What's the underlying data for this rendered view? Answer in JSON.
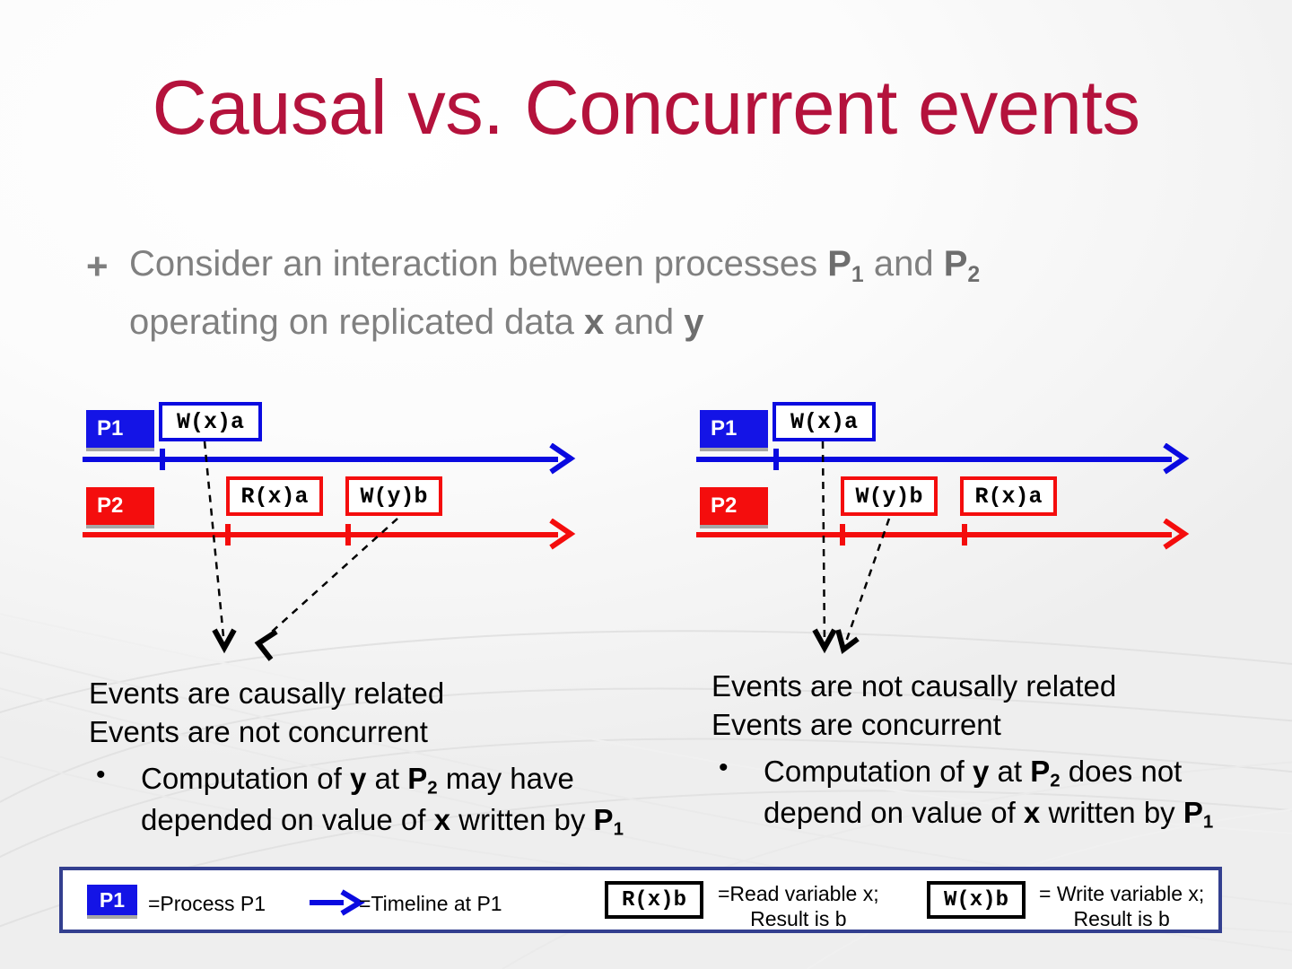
{
  "slide": {
    "title": "Causal vs. Concurrent events",
    "title_color": "#b4123c",
    "lead_bullet_marker": "+",
    "lead_line1_a": "Consider an interaction between processes ",
    "lead_p1": "P",
    "lead_p1_sub": "1",
    "lead_line1_b": " and ",
    "lead_p2": "P",
    "lead_p2_sub": "2",
    "lead_line2_a": "operating on replicated data ",
    "lead_x": "x",
    "lead_line2_b": " and ",
    "lead_y": "y"
  },
  "colors": {
    "process1": "#1414e6",
    "process2": "#f40d0d",
    "timeline1": "#0a0ae0",
    "timeline2": "#f40d0d",
    "legend_border": "#333f8f",
    "title": "#b4123c",
    "body_text": "#808080"
  },
  "diagrams": [
    {
      "id": "causal",
      "p1_label": "P1",
      "p2_label": "P2",
      "p1_events": [
        {
          "label": "W(x)a"
        }
      ],
      "p2_events": [
        {
          "label": "R(x)a"
        },
        {
          "label": "W(y)b"
        }
      ],
      "conclusion": {
        "line1": "Events are causally related",
        "line2": "Events are not concurrent",
        "bullet_dot": "•",
        "bullet_a": "Computation of ",
        "bullet_y": "y",
        "bullet_b": "  at ",
        "bullet_p": "P",
        "bullet_p_sub": "2",
        "bullet_c": " may have",
        "bullet_d": "depended on value of ",
        "bullet_x": "x",
        "bullet_e": " written by ",
        "bullet_p1": "P",
        "bullet_p1_sub": "1"
      }
    },
    {
      "id": "concurrent",
      "p1_label": "P1",
      "p2_label": "P2",
      "p1_events": [
        {
          "label": "W(x)a"
        }
      ],
      "p2_events": [
        {
          "label": "W(y)b"
        },
        {
          "label": "R(x)a"
        }
      ],
      "conclusion": {
        "line1": "Events are not causally related",
        "line2": "Events are concurrent",
        "bullet_dot": "•",
        "bullet_a": "Computation of ",
        "bullet_y": "y",
        "bullet_b": " at ",
        "bullet_p": "P",
        "bullet_p_sub": "2",
        "bullet_c": " does not",
        "bullet_d": "depend on value of ",
        "bullet_x": "x",
        "bullet_e": " written by ",
        "bullet_p1": "P",
        "bullet_p1_sub": "1"
      }
    }
  ],
  "legend": {
    "process_badge": "P1",
    "process_text": "=Process P1",
    "timeline_text": "=Timeline at P1",
    "read_box": "R(x)b",
    "read_text_line1": "=Read variable x;",
    "read_text_line2": "Result is b",
    "write_box": "W(x)b",
    "write_text_line1": "= Write variable x;",
    "write_text_line2": "Result is b"
  }
}
